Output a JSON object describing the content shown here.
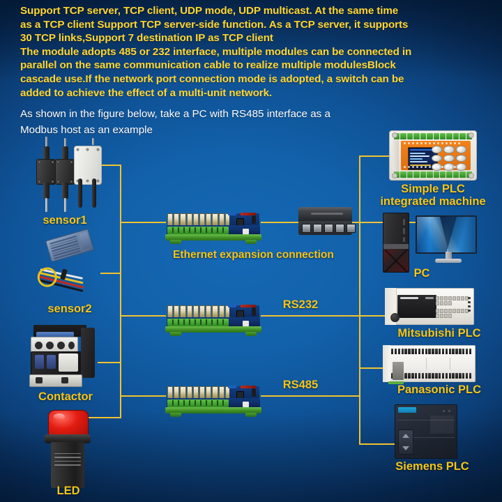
{
  "intro": {
    "yellow_lines": [
      "Support TCP server, TCP client, UDP mode, UDP multicast. At the same time",
      "as a TCP client Support TCP server-side function. As a TCP server, it supports",
      "30 TCP links,Support 7 destination IP as TCP client",
      "The module adopts 485 or 232 interface, multiple modules can be connected in",
      "parallel on the same communication cable to realize multiple modulesBlock",
      "cascade use.If the network port connection mode is adopted, a switch can be",
      "added to achieve the effect of a multi-unit network."
    ],
    "white_lines": [
      "As shown in the figure below, take a PC with RS485 interface as a",
      "Modbus host as an example"
    ]
  },
  "diagram": {
    "left_devices": [
      {
        "id": "sensor1",
        "label": "sensor1"
      },
      {
        "id": "sensor2",
        "label": "sensor2"
      },
      {
        "id": "contactor",
        "label": "Contactor"
      },
      {
        "id": "led",
        "label": "LED"
      }
    ],
    "modules": [
      {
        "id": "module-top",
        "label": "Ethernet expansion connection"
      },
      {
        "id": "module-mid",
        "label": "RS232"
      },
      {
        "id": "module-bottom",
        "label": "RS485"
      }
    ],
    "switch": {
      "label": "",
      "ports": 5
    },
    "right_devices": [
      {
        "id": "simple-plc",
        "label_line1": "Simple PLC",
        "label_line2": "integrated machine"
      },
      {
        "id": "pc",
        "label": "PC"
      },
      {
        "id": "mitsubishi-plc",
        "label": "Mitsubishi PLC"
      },
      {
        "id": "panasonic-plc",
        "label": "Panasonic PLC"
      },
      {
        "id": "siemens-plc",
        "label": "Siemens PLC"
      }
    ]
  },
  "colors": {
    "background_center": "#1568b4",
    "background_edge": "#05203f",
    "wire": "#f2c230",
    "label": "#f5c518",
    "heading_text": "#ffd633",
    "body_text": "#ffffff"
  }
}
